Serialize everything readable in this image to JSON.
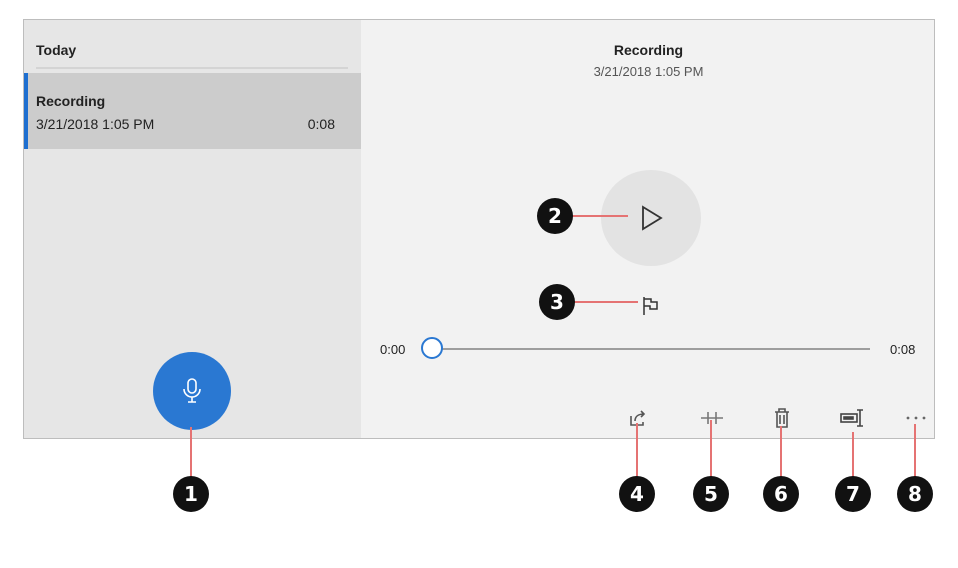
{
  "sidebar": {
    "group_label": "Today",
    "items": [
      {
        "title": "Recording",
        "date": "3/21/2018 1:05 PM",
        "duration": "0:08",
        "selected": true
      }
    ]
  },
  "player": {
    "title": "Recording",
    "date": "3/21/2018 1:05 PM",
    "time_current": "0:00",
    "time_total": "0:08",
    "progress": 0
  },
  "toolbar": {
    "icons": [
      "share-icon",
      "trim-icon",
      "delete-icon",
      "rename-icon",
      "more-icon"
    ]
  },
  "callouts": [
    "1",
    "2",
    "3",
    "4",
    "5",
    "6",
    "7",
    "8"
  ],
  "colors": {
    "accent": "#2a78d2",
    "callout_line": "#e57373"
  }
}
